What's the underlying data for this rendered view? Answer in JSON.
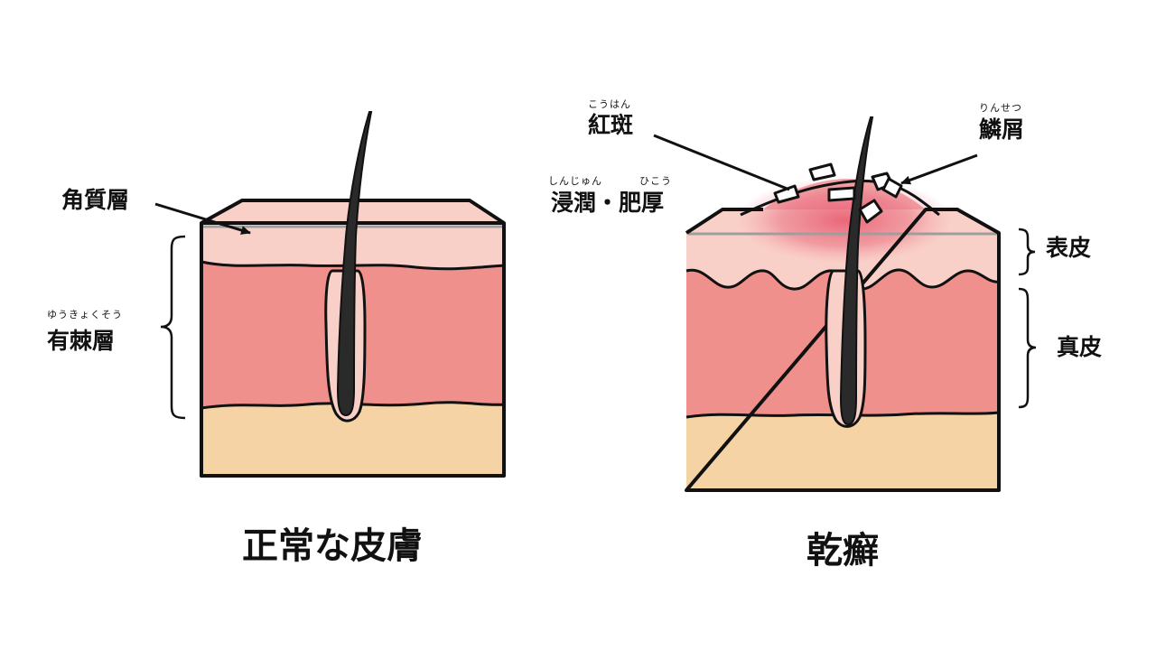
{
  "colors": {
    "outline": "#111111",
    "stratum_corneum": "#f9d0c8",
    "epidermis_spinous": "#f0908c",
    "subcutis": "#f5d3a5",
    "hair": "#2a2a2a",
    "erythema": "#e86a7a",
    "scale": "#ffffff"
  },
  "icons": [
    "hair-icon",
    "scale-flake-icon",
    "bracket-icon",
    "arrow-icon"
  ],
  "normal_skin": {
    "title": "正常な皮膚",
    "labels": {
      "stratum_corneum": "角質層",
      "spinous_layer": "有棘層",
      "spinous_layer_reading": "ゆうきょくそう"
    }
  },
  "psoriasis": {
    "title": "乾癬",
    "labels": {
      "erythema": "紅斑",
      "erythema_reading": "こうはん",
      "scales": "鱗屑",
      "scales_reading": "りんせつ",
      "infiltration": "浸潤・肥厚",
      "infiltration_reading_1": "しんじゅん",
      "infiltration_reading_2": "ひこう",
      "epidermis": "表皮",
      "dermis": "真皮"
    }
  }
}
